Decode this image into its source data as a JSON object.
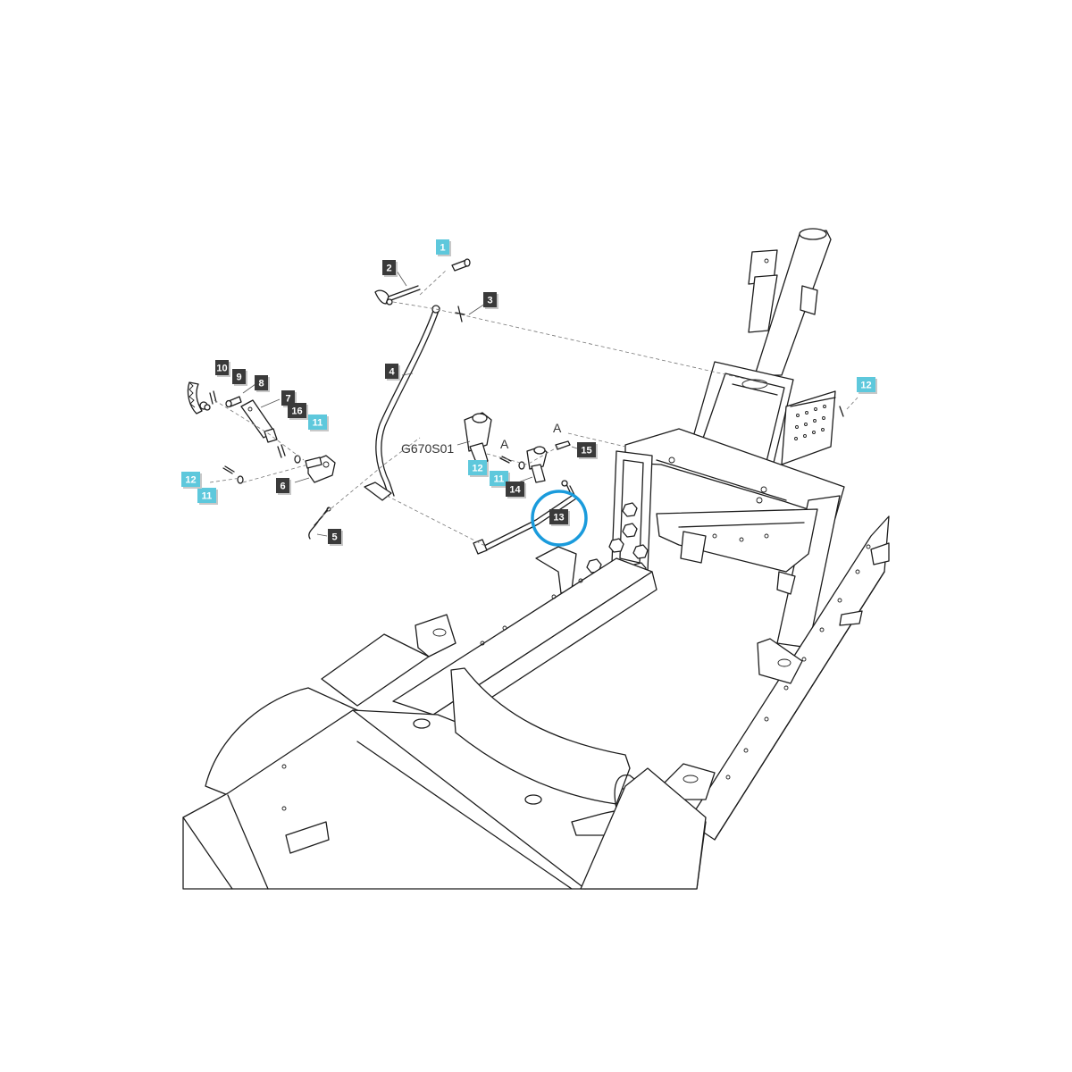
{
  "diagram": {
    "reference_code": "G670S01",
    "section_marks": [
      "A",
      "A"
    ],
    "highlighted_callout": "13",
    "colors": {
      "callout_dark": "#3a3a3a",
      "callout_cyan": "#5ec8dc",
      "highlight_ring": "#1a9bdc"
    },
    "callouts": [
      {
        "id": "1",
        "style": "cyan"
      },
      {
        "id": "2",
        "style": "dark"
      },
      {
        "id": "3",
        "style": "dark"
      },
      {
        "id": "4",
        "style": "dark"
      },
      {
        "id": "5",
        "style": "dark"
      },
      {
        "id": "6",
        "style": "dark"
      },
      {
        "id": "7",
        "style": "dark"
      },
      {
        "id": "8",
        "style": "dark"
      },
      {
        "id": "9",
        "style": "dark"
      },
      {
        "id": "10",
        "style": "dark"
      },
      {
        "id": "11",
        "style": "cyan"
      },
      {
        "id": "11",
        "style": "cyan"
      },
      {
        "id": "11",
        "style": "cyan"
      },
      {
        "id": "12",
        "style": "cyan"
      },
      {
        "id": "12",
        "style": "cyan"
      },
      {
        "id": "12",
        "style": "cyan"
      },
      {
        "id": "13",
        "style": "dark"
      },
      {
        "id": "14",
        "style": "dark"
      },
      {
        "id": "15",
        "style": "dark"
      },
      {
        "id": "16",
        "style": "dark"
      }
    ]
  }
}
